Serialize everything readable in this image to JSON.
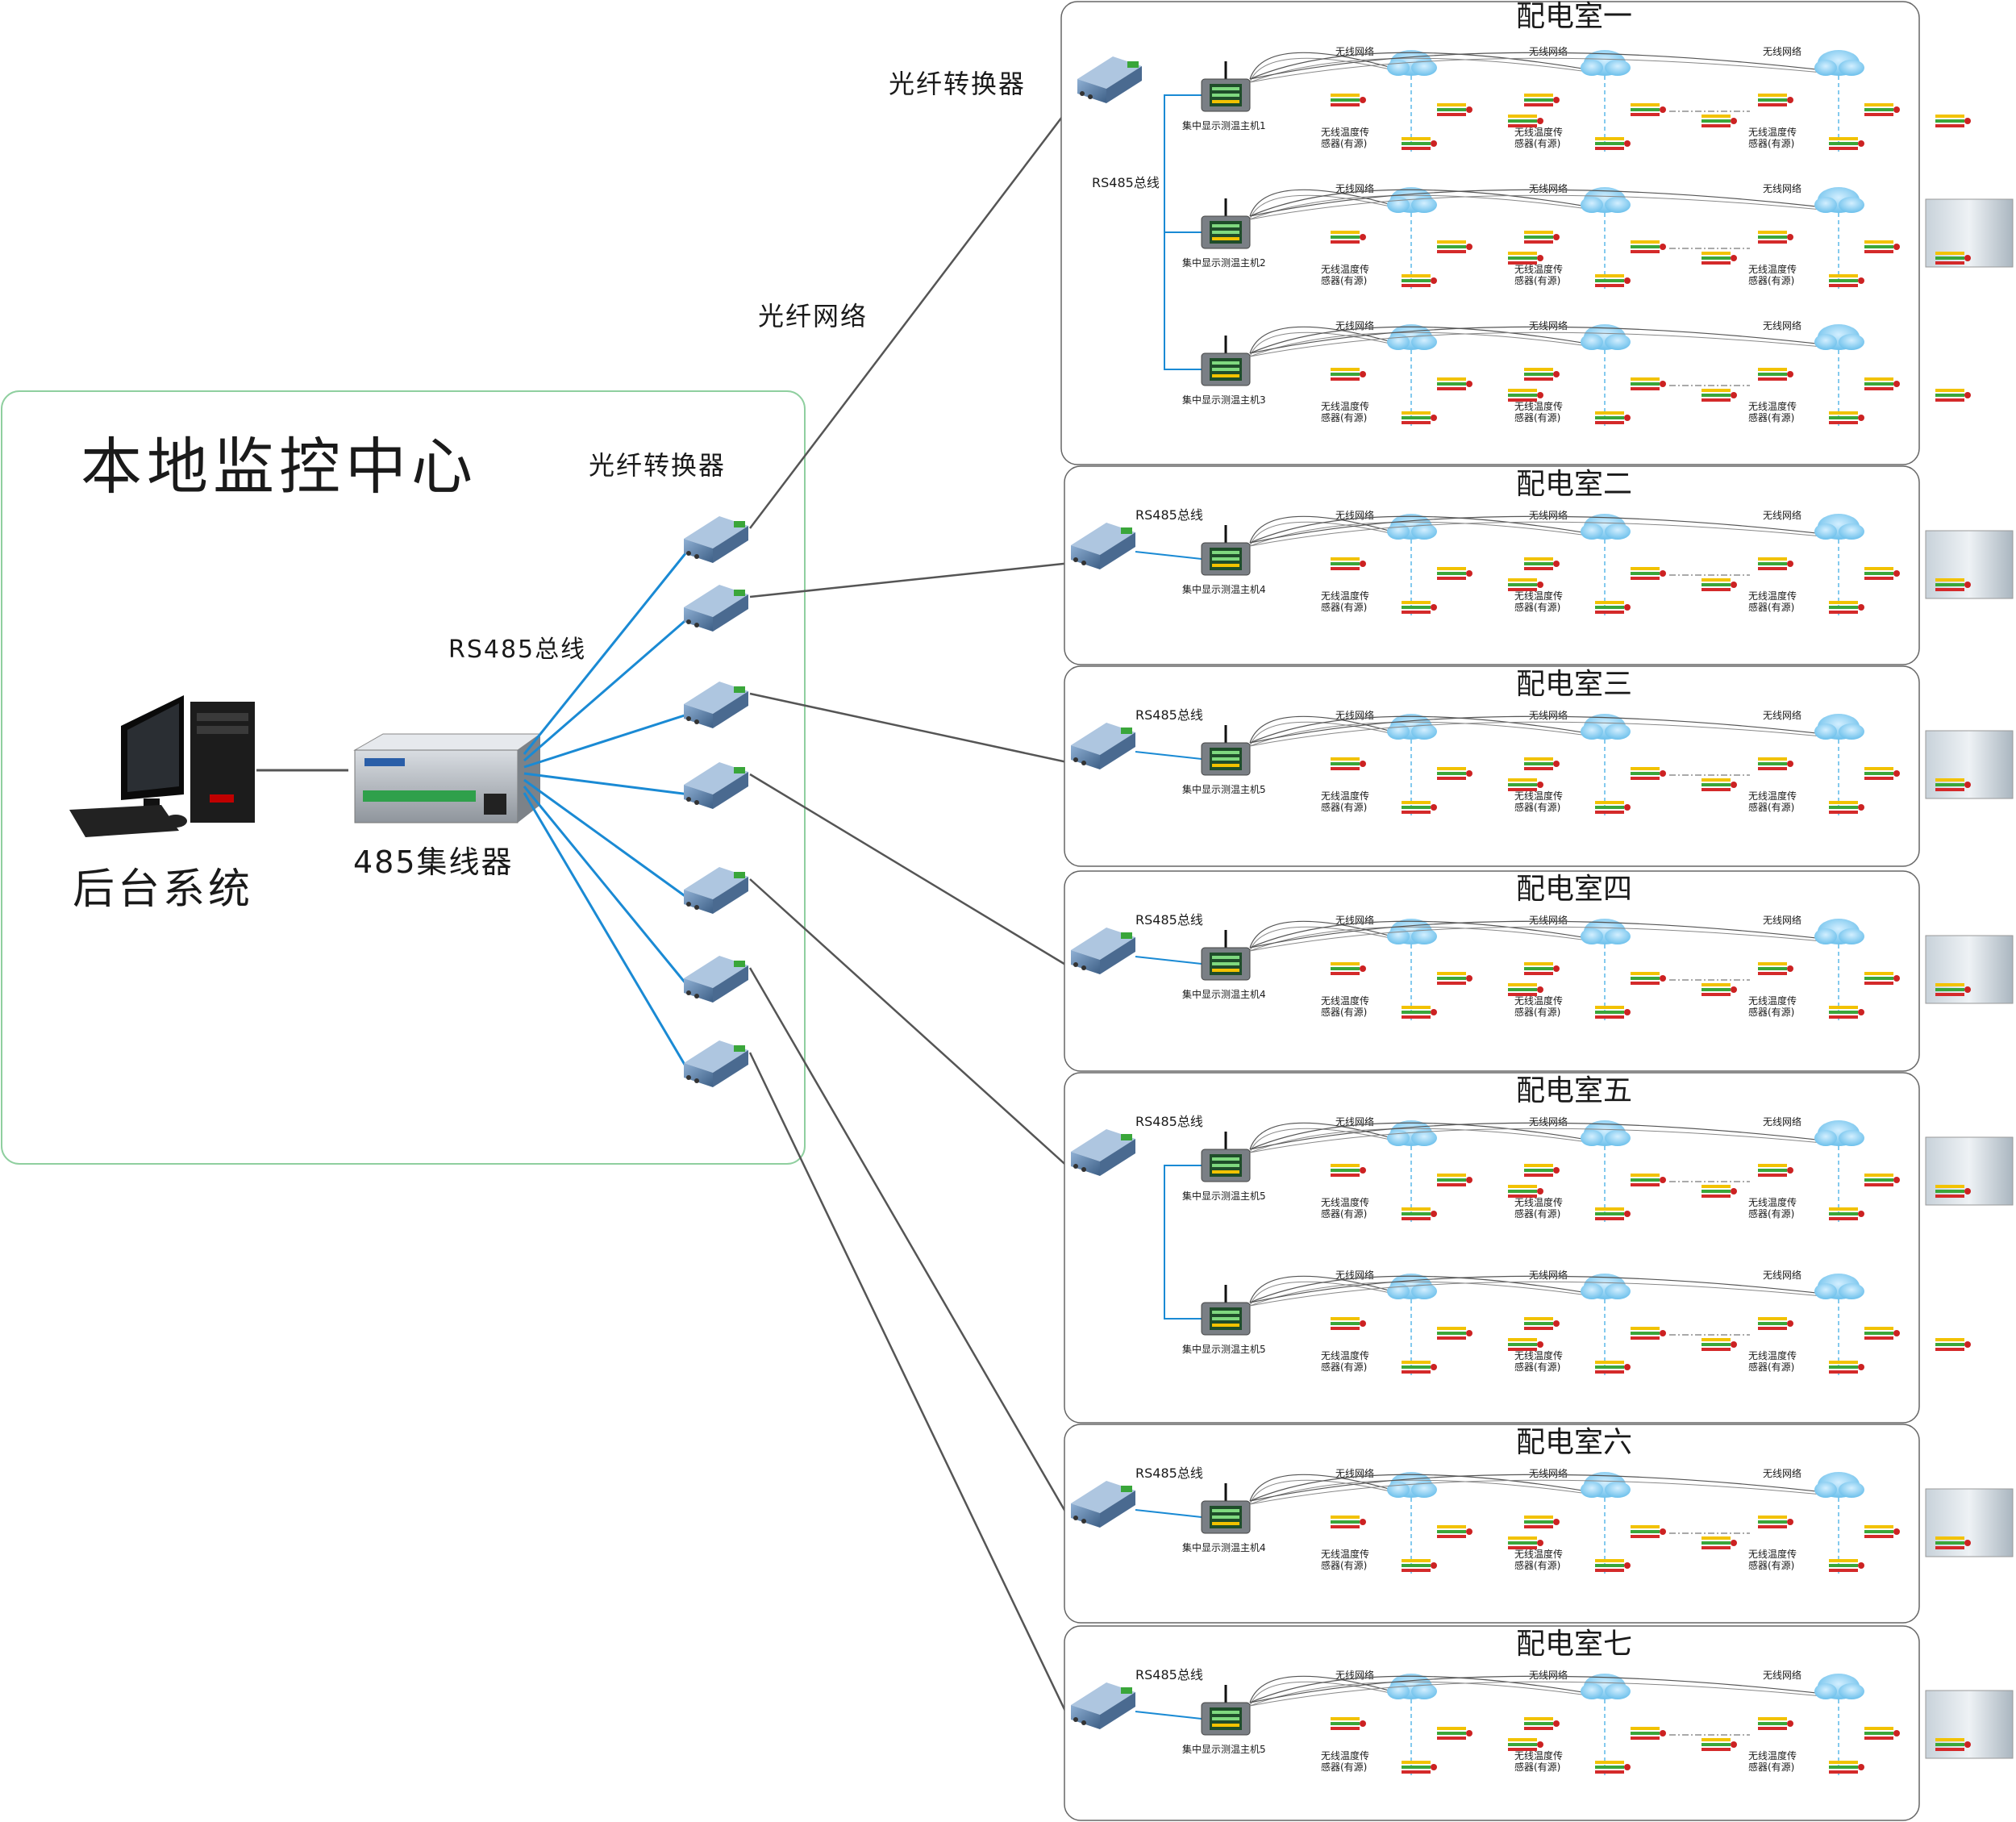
{
  "center": {
    "title": "本地监控中心",
    "backend_label": "后台系统",
    "hub_label": "485集线器",
    "converter_label": "光纤转换器",
    "rs485_label": "RS485总线"
  },
  "link_labels": {
    "top_converter": "光纤转换器",
    "fiber_network": "光纤网络"
  },
  "device_labels": {
    "wireless_network": "无线网络",
    "sensor_line1": "无线温度传",
    "sensor_line2": "感器(有源)",
    "rs485": "RS485总线"
  },
  "rooms": [
    {
      "title": "配电室一",
      "hosts": [
        "集中显示测温主机1",
        "集中显示测温主机2",
        "集中显示测温主机3"
      ]
    },
    {
      "title": "配电室二",
      "hosts": [
        "集中显示测温主机4"
      ]
    },
    {
      "title": "配电室三",
      "hosts": [
        "集中显示测温主机5"
      ]
    },
    {
      "title": "配电室四",
      "hosts": [
        "集中显示测温主机4"
      ]
    },
    {
      "title": "配电室五",
      "hosts": [
        "集中显示测温主机5",
        "集中显示测温主机5"
      ]
    },
    {
      "title": "配电室六",
      "hosts": [
        "集中显示测温主机4"
      ]
    },
    {
      "title": "配电室七",
      "hosts": [
        "集中显示测温主机5"
      ]
    }
  ],
  "colors": {
    "rs485_line": "#1a8ad4",
    "fiber_line": "#555555",
    "center_border": "#8fcf9f",
    "cloud": "#5bb8e8",
    "sensor_yellow": "#f2c200",
    "sensor_green": "#3aa63a",
    "sensor_red": "#d42a2a",
    "converter_body": "#5d7fa6"
  }
}
